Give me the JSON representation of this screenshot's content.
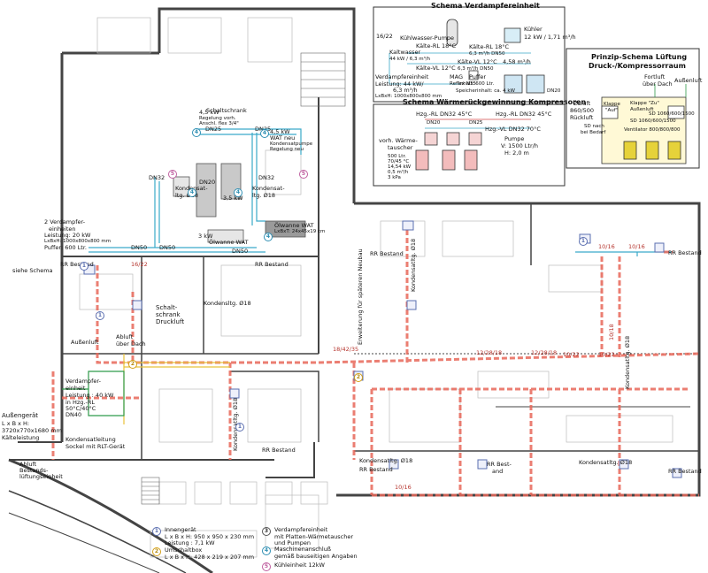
{
  "schemas": {
    "verdampfer": {
      "title": "Schema Verdampfereinheit",
      "kuehlwasser_pumpe": "Kühlwasser-Pumpe",
      "kuehler": "Kühler",
      "kuehler_spec": "12 kW / 1,71 m³/h",
      "kaltwasser": "Kaltwasser",
      "kaltwasser_spec": "44 kW / 6,3 m³/h",
      "kaelte_rl1": "Kälte-RL 18°C",
      "kaelte_rl2": "Kälte-RL 18°C",
      "kaelte_rl2_spec": "6,3 m³/h  DN50",
      "kaelte_vl1": "Kälte-VL 12°C",
      "kaelte_vl2": "Kälte-VL 12°C",
      "kaelte_vl2_spec": "6,3 m³/h  DN50",
      "dn_label": "16/22",
      "rate": "4,58 m³/h",
      "dn20": "DN20",
      "mag": "MAG",
      "mag_spec": "Reflex N35",
      "puffer": "Puffer",
      "puffer_spec": "Inhalt: 600 Ltr.",
      "speicher": "Speicherinhalt: ca. 4 kW",
      "unit": "Verdampfereinheit",
      "unit_power": "Leistung: 44 kW/",
      "unit_flow": "6,3 m³/h",
      "unit_dims": "LxBxH: 1000x800x800 mm"
    },
    "waerme": {
      "title": "Schema Wärmerückgewinnung Kompressoren",
      "rl_label": "Hzg.-RL DN32  45°C",
      "rl_label2": "Hzg.-RL DN32  45°C",
      "vl_label": "Hzg.-VL DN32  70°C",
      "tauscher": "vorh. Wärme-",
      "tauscher2": "tauscher",
      "tank": "500 Ltr.",
      "tank_temp": "70/45 °C",
      "tank_kw": "14,54 kW",
      "tank_flow": "0,5 m³/h",
      "tank_kpa": "3 kPa",
      "pumpe": "Pumpe",
      "pumpe_v": "V: 1500 Ltr/h",
      "pumpe_h": "H: 2,0 m",
      "dn20": "DN20",
      "dn25": "DN25"
    },
    "lueftung": {
      "title1": "Prinzip-Schema Lüftung",
      "title2": "Druck-/Kompressorraum",
      "fortluft": "Fortluft",
      "fortluft2": "über Dach",
      "aussenluft": "Außenluft",
      "zuluft": "Zuluft",
      "zuluft2": "860/500",
      "rueckluft": "Rückluft",
      "klappe_zu": "Klappe \"Zu\"",
      "klappe_auf": "Klappe",
      "klappe_auf2": "\"Auf\"",
      "aussenluft_short": "Außenluft",
      "sd1": "SD 1060/600/1500",
      "sd2": "SD 1060/600/1500",
      "ventilator": "Ventilator 800/800/800",
      "sd_nach": "SD nach",
      "sd_nach2": "bei Bedarf"
    }
  },
  "plan": {
    "schaltschrank": "Schaltschrank",
    "dn25": "DN25",
    "dn20": "DN20",
    "dn32": "DN32",
    "dn50": "DN50",
    "p45kw": "4,5 kW",
    "regelung": "Regelung vorh.",
    "anschl": "Anschl. flex 3/4\"",
    "wat_neu": "WAT neu",
    "kondens_regel": "Kondensatpumpe",
    "regel_neu": "Regelung neu",
    "p35kw": "3,5 kW",
    "p3kw": "3 kW",
    "oelwanne": "Ölwanne WAT",
    "oelwanne2": "Ölwanne WAT",
    "dims_wat": "LxBxT: 24x45x19 cm",
    "kondensat_ltg": "Kondensat-",
    "kondensat_ltg2": "ltg. Ø18",
    "verdampfer_note1": "2 Verdampfer-",
    "verdampfer_note2": "einheiten",
    "verdampfer_note3": "Leistung: 20 kW",
    "verdampfer_note4": "LxBxH: 1000x800x800 mm",
    "verdampfer_note5": "Puffer: 600 Ltr.",
    "siehe_schema": "siehe Schema",
    "rr_bestand": "RR Bestand",
    "rr_bestand2": "RR Bestand",
    "rr_bestand3": "RR Bestand",
    "rr_bestand4": "RR Bestand",
    "rr_bestand5": "RR Bestand",
    "rr_bestand6": "RR Bestand",
    "pipe_1622": "16/22",
    "pipe_1016": "10/16",
    "pipe_1016b": "10/16",
    "pipe_1018": "10/18",
    "pipe_1222": "12/28/18",
    "pipe_1822": "18/42/35",
    "pipe_1022": "10/22",
    "schalt_druck": "Schalt-",
    "schalt_druck2": "schrank",
    "schalt_druck3": "Druckluft",
    "kondensltg_018": "Kondensltg. Ø18",
    "abluft": "Abluft",
    "abluft2": "über Dach",
    "aussenluft": "Außenluft",
    "verdampfer_unit1": "Verdampfer-",
    "verdampfer_unit2": "einheit",
    "verdampfer_unit3": "Leistung : 40 kW",
    "verdampfer_unit4": "in Hzg.-RL",
    "verdampfer_unit5": "50°C/40°C",
    "verdampfer_unit6": "DN40",
    "aussengeraet1": "Außengerät",
    "aussengeraet2": "L x B x H:",
    "aussengeraet3": "3720x770x1680 mm",
    "aussengeraet4": "Kälteleistung",
    "kondens_sockel": "Kondensatleitung",
    "kondens_sockel2": "Sockel mit RLT-Gerät",
    "abluft_bestand": "Abluft",
    "abluft_bestand2": "Bestands-",
    "abluft_bestand3": "lüftungseinheit",
    "kondens_right": "Kondensatltg. Ø18",
    "kondens_right2": "Kondensatltg. Ø18",
    "kondens_018": "Kondensatltg. Ø18",
    "erweiterung": "Erweiterung für späteren Neubau",
    "rr_best_and": "RR Best-",
    "rr_best_and2": "and"
  },
  "legend": [
    {
      "num": "1",
      "line1": "Innengerät",
      "line2": "L x B x H: 950 x 950 x 230 mm",
      "line3": "Leistung : 7,1 kW"
    },
    {
      "num": "2",
      "line1": "Umschaltbox",
      "line2": "L x B x H: 428 x 219 x 207 mm",
      "line3": ""
    },
    {
      "num": "3",
      "line1": "Verdampfereinheit",
      "line2": "mit Platten-Wärmetauscher",
      "line3": "und Pumpen"
    },
    {
      "num": "4",
      "line1": "Maschinenanschluß",
      "line2": "gemäß bauseitigen Angaben",
      "line3": ""
    },
    {
      "num": "5",
      "line1": "Kühleinheit 12kW",
      "line2": "",
      "line3": ""
    }
  ]
}
